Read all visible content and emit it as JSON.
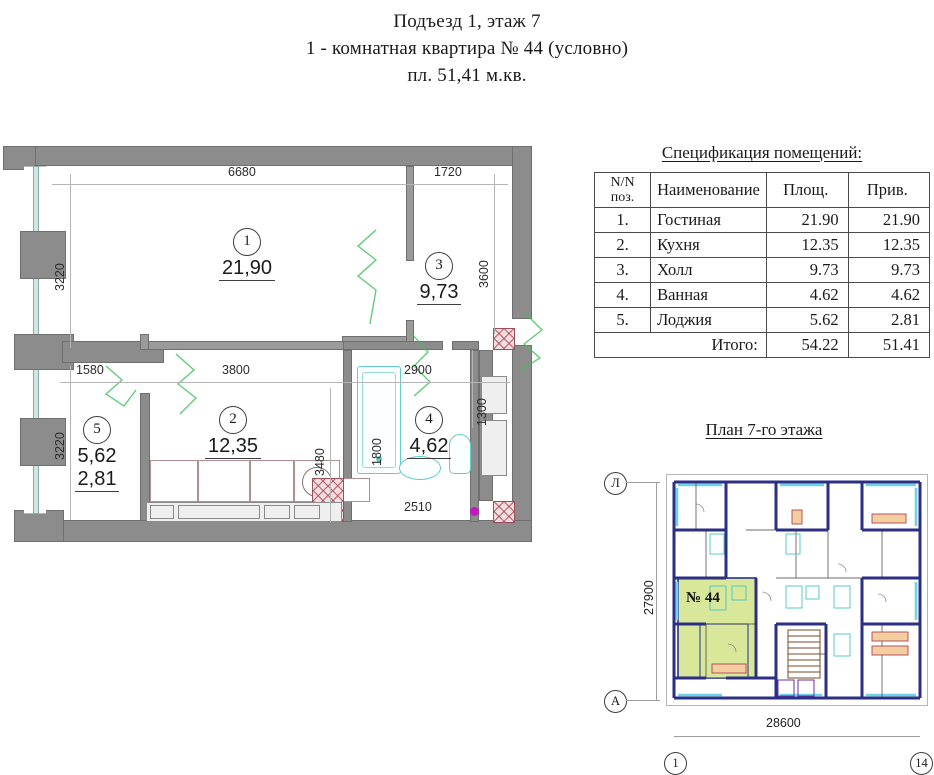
{
  "title": {
    "line1": "Подъезд 1, этаж 7",
    "line2": "1 - комнатная квартира № 44 (условно)",
    "line3": "пл. 51,41 м.кв."
  },
  "floorplan": {
    "rooms": [
      {
        "num": "1",
        "area": "21,90",
        "name": "Гостиная"
      },
      {
        "num": "2",
        "area": "12,35",
        "name": "Кухня"
      },
      {
        "num": "3",
        "area": "9,73",
        "name": "Холл"
      },
      {
        "num": "4",
        "area": "4,62",
        "name": "Ванная"
      },
      {
        "num": "5",
        "area": "5,62",
        "area2": "2,81",
        "name": "Лоджия"
      }
    ],
    "dimensions": {
      "top_left": "6680",
      "top_right": "1720",
      "left_upper": "3220",
      "left_lower": "3220",
      "right_upper": "3600",
      "right_lower": "1300",
      "mid_left": "1580",
      "mid_center": "3800",
      "mid_right": "2900",
      "kitchen_vert": "3480",
      "bath_tub": "1800",
      "bath_width": "2510"
    }
  },
  "spec": {
    "title": "Спецификация помещений:",
    "headers": {
      "num_line1": "N/N",
      "num_line2": "поз.",
      "name": "Наименование",
      "area": "Площ.",
      "reduced": "Прив."
    },
    "rows": [
      {
        "num": "1.",
        "name": "Гостиная",
        "area": "21.90",
        "reduced": "21.90"
      },
      {
        "num": "2.",
        "name": "Кухня",
        "area": "12.35",
        "reduced": "12.35"
      },
      {
        "num": "3.",
        "name": "Холл",
        "area": "9.73",
        "reduced": "9.73"
      },
      {
        "num": "4.",
        "name": "Ванная",
        "area": "4.62",
        "reduced": "4.62"
      },
      {
        "num": "5.",
        "name": "Лоджия",
        "area": "5.62",
        "reduced": "2.81"
      }
    ],
    "total": {
      "label": "Итого:",
      "area": "54.22",
      "reduced": "51.41"
    }
  },
  "mini": {
    "title": "План 7-го этажа",
    "flat_badge": "№ 44",
    "axis_top_left": "Л",
    "axis_bottom_left": "А",
    "axis_bottom_start": "1",
    "axis_bottom_end": "14",
    "dim_vertical": "27900",
    "dim_horizontal": "28600",
    "highlight_color": "#d8e79a"
  }
}
